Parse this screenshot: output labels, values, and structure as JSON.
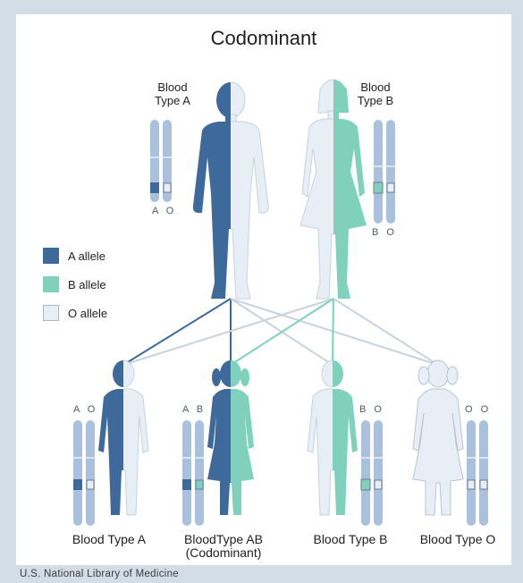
{
  "title": "Codominant",
  "parents": [
    {
      "label_line1": "Blood",
      "label_line2": "Type A",
      "alleles": "A O"
    },
    {
      "label_line1": "Blood",
      "label_line2": "Type B",
      "alleles": "B O"
    }
  ],
  "legend": [
    {
      "label": "A allele",
      "color": "#3d6a9b"
    },
    {
      "label": "B allele",
      "color": "#7fd1bc"
    },
    {
      "label": "O allele",
      "color": "#e8eef6"
    }
  ],
  "children": [
    {
      "alleles": "A O",
      "label_line1": "Blood Type A",
      "label_line2": ""
    },
    {
      "alleles": "A B",
      "label_line1": "BloodType AB",
      "label_line2": "(Codominant)"
    },
    {
      "alleles": "B O",
      "label_line1": "Blood Type B",
      "label_line2": ""
    },
    {
      "alleles": "O O",
      "label_line1": "Blood Type O",
      "label_line2": ""
    }
  ],
  "credit": "U.S. National Library of Medicine",
  "colors": {
    "chromosome": "#a9c1dd",
    "outline": "#c7d2df",
    "line_dark": "#3d6a9b",
    "line_teal": "#7fd1bc",
    "line_light": "#c9d3de"
  }
}
